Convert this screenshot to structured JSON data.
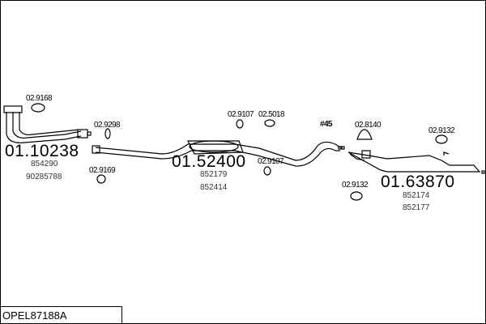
{
  "title": "OPEL87188A",
  "parts": [
    {
      "number": "01.10238",
      "refs": [
        "854290",
        "90285788"
      ]
    },
    {
      "number": "01.52400",
      "refs": [
        "852179",
        "852414"
      ]
    },
    {
      "number": "01.63870",
      "refs": [
        "852174",
        "852177"
      ]
    }
  ],
  "accessories": [
    "02.9168",
    "02.9298",
    "02.9169",
    "02.9107",
    "02.5018",
    "02.9107",
    "02.8140",
    "02.9132",
    "02.9132"
  ],
  "annotation": "#45"
}
